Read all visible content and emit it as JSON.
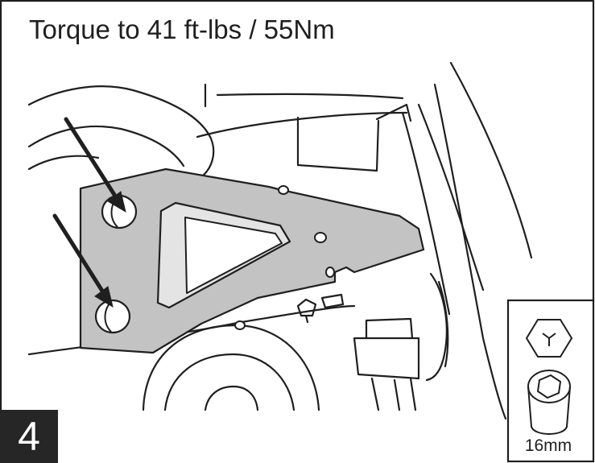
{
  "instruction": {
    "heading": "Torque to 41 ft-lbs / 55Nm"
  },
  "step": {
    "number": "4"
  },
  "tool": {
    "socket_size": "16mm",
    "icons": [
      "hex-bolt-icon",
      "socket-icon"
    ]
  },
  "illustration": {
    "subject": "bracket-with-two-bolts",
    "arrow_count": 2
  },
  "colors": {
    "line": "#1f1f1f",
    "bracket_fill": "#c3c3c3",
    "badge_fill": "#262626",
    "background": "#ffffff"
  }
}
